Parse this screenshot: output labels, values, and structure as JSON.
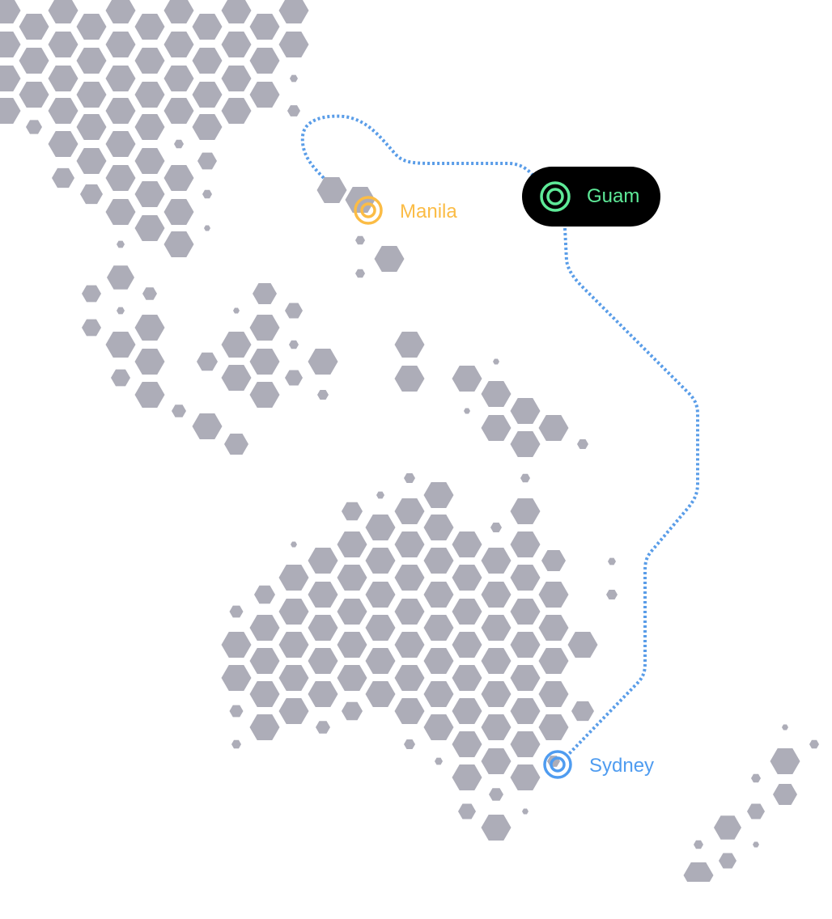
{
  "map": {
    "land_color": "#adadb8",
    "route_color": "#5a9de8",
    "locations": [
      {
        "name": "Manila",
        "color": "#fbbc45",
        "selected": false
      },
      {
        "name": "Guam",
        "color": "#5eea98",
        "selected": true
      },
      {
        "name": "Sydney",
        "color": "#4f9cf0",
        "selected": false
      }
    ],
    "routes": [
      {
        "from": "Manila",
        "to": "Guam",
        "style": "dotted"
      },
      {
        "from": "Guam",
        "to": "Sydney",
        "style": "dotted"
      }
    ]
  }
}
